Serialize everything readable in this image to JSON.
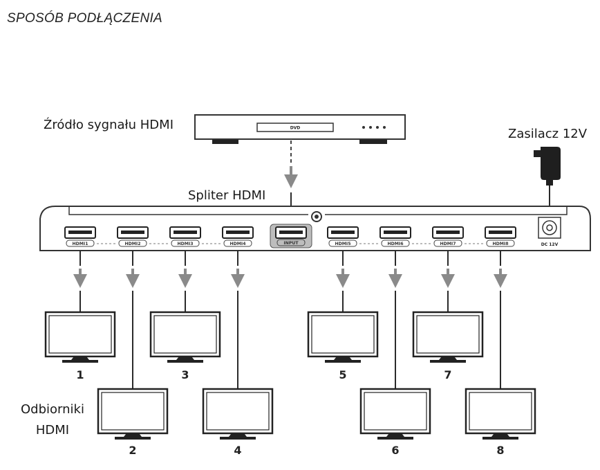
{
  "title": "SPOSÓB PODŁĄCZENIA",
  "labels": {
    "source": "Źródło sygnału HDMI",
    "splitter": "Spliter HDMI",
    "power": "Zasilacz 12V",
    "receivers_line1": "Odbiorniki",
    "receivers_line2": "HDMI"
  },
  "dvd_label": "DVD",
  "input_label": "INPUT",
  "dc_label": "DC 12V",
  "outputs": [
    {
      "port": "HDMI1",
      "monitor": "1"
    },
    {
      "port": "HDMI2",
      "monitor": "2"
    },
    {
      "port": "HDMI3",
      "monitor": "3"
    },
    {
      "port": "HDMI4",
      "monitor": "4"
    },
    {
      "port": "HDMI5",
      "monitor": "5"
    },
    {
      "port": "HDMI6",
      "monitor": "6"
    },
    {
      "port": "HDMI7",
      "monitor": "7"
    },
    {
      "port": "HDMI8",
      "monitor": "8"
    }
  ],
  "colors": {
    "line": "#2a2a2a",
    "arrow": "#8a8a8a",
    "device_stroke": "#333333"
  }
}
